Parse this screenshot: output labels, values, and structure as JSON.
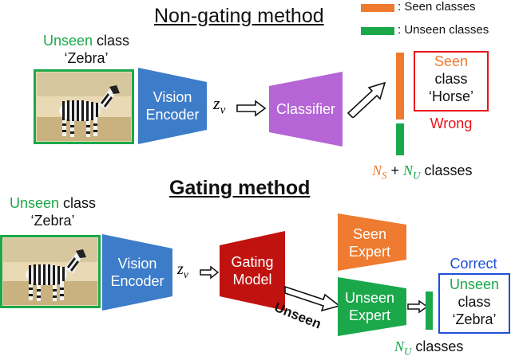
{
  "colors": {
    "seen": "#ee7b30",
    "unseen": "#1aa84a",
    "encoder": "#3d7cc9",
    "classifier": "#b565d6",
    "gating": "#c0120f",
    "wrong": "#e8141b",
    "correct": "#1e4fd8"
  },
  "legend": {
    "seen": ": Seen classes",
    "unseen": ": Unseen classes"
  },
  "top": {
    "title": "Non-gating method",
    "input_word": "Unseen",
    "input_class": " class",
    "input_name": "‘Zebra’",
    "encoder": [
      "Vision",
      "Encoder"
    ],
    "z_symbol": "z",
    "z_sub": "v",
    "classifier": "Classifier",
    "result": [
      "Seen",
      "class",
      "‘Horse’"
    ],
    "verdict": "Wrong",
    "ns": "N",
    "ns_sub": "S",
    "plus": " + ",
    "nu": "N",
    "nu_sub": "U",
    "classes_word": " classes"
  },
  "bottom": {
    "title": "Gating method",
    "input_word": "Unseen",
    "input_class": " class",
    "input_name": "‘Zebra’",
    "encoder": [
      "Vision",
      "Encoder"
    ],
    "z_symbol": "z",
    "z_sub": "v",
    "gating": [
      "Gating",
      "Model"
    ],
    "route_label": "Unseen",
    "seen_expert": [
      "Seen",
      "Expert"
    ],
    "unseen_expert": [
      "Unseen",
      "Expert"
    ],
    "verdict": "Correct",
    "result": [
      "Unseen",
      "class",
      "‘Zebra’"
    ],
    "nu": "N",
    "nu_sub": "U",
    "classes_word": " classes"
  },
  "icons": [
    "zebra-photo",
    "hollow-arrow-icon"
  ]
}
